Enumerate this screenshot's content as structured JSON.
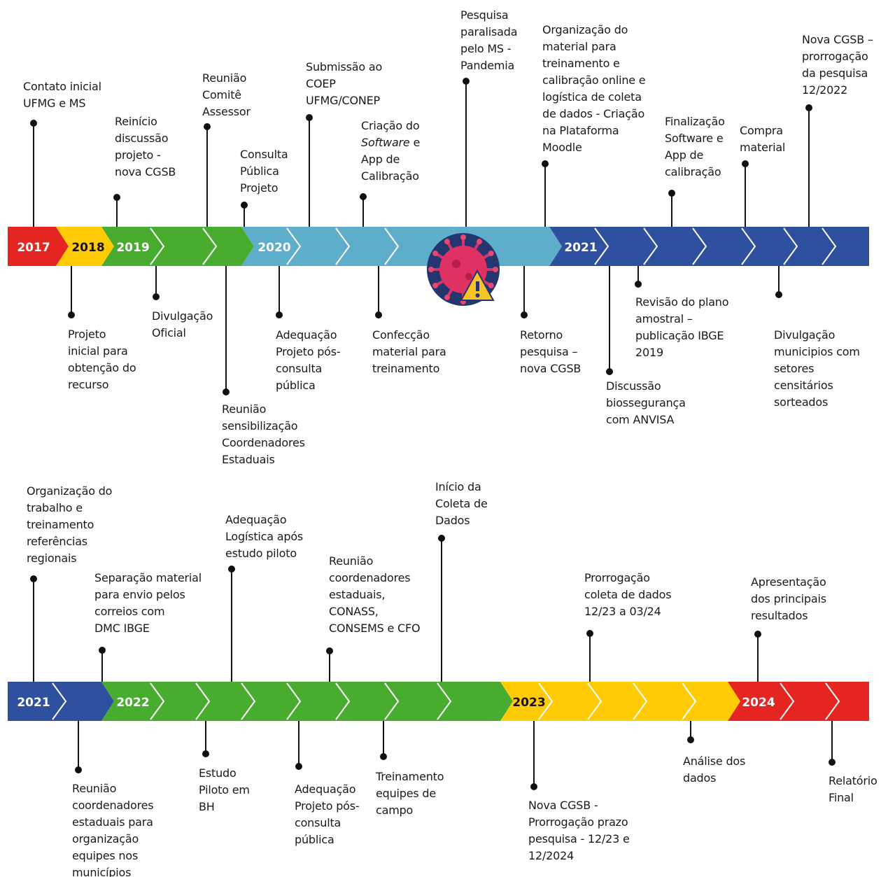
{
  "colors": {
    "red": "#e52522",
    "yellow": "#ffcb05",
    "green": "#48ad2f",
    "light_blue": "#5eaecb",
    "dark_blue": "#2f4f9f",
    "year_text_white": "#ffffff",
    "year_text_dark": "#111111",
    "line": "#111111"
  },
  "row1": {
    "years": [
      "2017",
      "2018",
      "2019",
      "2020",
      "2021"
    ],
    "icon": "virus-warning-icon",
    "events_above": [
      {
        "id": "contato",
        "lines": [
          "Contato inicial",
          "UFMG e MS"
        ]
      },
      {
        "id": "reinicio",
        "lines": [
          "Reinício",
          "discussão",
          "projeto -",
          "nova CGSB"
        ]
      },
      {
        "id": "reuniao-comite",
        "lines": [
          "Reunião",
          "Comitê",
          "Assessor"
        ]
      },
      {
        "id": "consulta",
        "lines": [
          "Consulta",
          "Pública",
          "Projeto"
        ]
      },
      {
        "id": "submissao",
        "lines": [
          "Submissão ao",
          "COEP",
          "UFMG/CONEP"
        ]
      },
      {
        "id": "criacao-software",
        "lines": [
          "Criação do",
          "Software e",
          "App de",
          "Calibração"
        ]
      },
      {
        "id": "pesquisa-paralisada",
        "lines": [
          "Pesquisa",
          "paralisada",
          "pelo MS -",
          "Pandemia"
        ]
      },
      {
        "id": "organizacao-material",
        "lines": [
          "Organização do",
          "material para",
          "treinamento e",
          "calibração online e",
          "logística de coleta",
          "de dados - Criação",
          "na Plataforma",
          "Moodle"
        ]
      },
      {
        "id": "finalizacao-software",
        "lines": [
          "Finalização",
          "Software e",
          "App de",
          "calibração"
        ]
      },
      {
        "id": "compra",
        "lines": [
          "Compra",
          "material"
        ]
      },
      {
        "id": "nova-cgsb-prorrogacao",
        "lines": [
          "Nova CGSB –",
          "prorrogação",
          "da pesquisa",
          "12/2022"
        ]
      }
    ],
    "events_below": [
      {
        "id": "projeto-inicial",
        "lines": [
          "Projeto",
          "inicial para",
          "obtenção do",
          "recurso"
        ]
      },
      {
        "id": "divulgacao-oficial",
        "lines": [
          "Divulgação",
          "Oficial"
        ]
      },
      {
        "id": "reuniao-sensibilizacao",
        "lines": [
          "Reunião",
          "sensibilização",
          "Coordenadores",
          "Estaduais"
        ]
      },
      {
        "id": "adequacao-projeto-1",
        "lines": [
          "Adequação",
          "Projeto pós-",
          "consulta",
          "pública"
        ]
      },
      {
        "id": "confeccao",
        "lines": [
          "Confecção",
          "material para",
          "treinamento"
        ]
      },
      {
        "id": "retorno",
        "lines": [
          "Retorno",
          "pesquisa –",
          "nova CGSB"
        ]
      },
      {
        "id": "discussao-bio",
        "lines": [
          "Discussão",
          "biossegurança",
          "com ANVISA"
        ]
      },
      {
        "id": "revisao-plano",
        "lines": [
          "Revisão do plano",
          "amostral –",
          "publicação IBGE",
          "2019"
        ]
      },
      {
        "id": "divulgacao-municipios",
        "lines": [
          "Divulgação",
          "municipios com",
          "setores",
          "censitários",
          "sorteados"
        ]
      }
    ]
  },
  "row2": {
    "years": [
      "2021",
      "2022",
      "2023",
      "2024"
    ],
    "events_above": [
      {
        "id": "organizacao-trabalho",
        "lines": [
          "Organização do",
          "trabalho e",
          "treinamento",
          "referências",
          "regionais"
        ]
      },
      {
        "id": "separacao",
        "lines": [
          "Separação material",
          "para envio pelos",
          "correios com",
          "DMC IBGE"
        ]
      },
      {
        "id": "adequacao-logistica",
        "lines": [
          "Adequação",
          "Logística após",
          "estudo piloto"
        ]
      },
      {
        "id": "reuniao-coord-conass",
        "lines": [
          "Reunião",
          "coordenadores",
          "estaduais,",
          "CONASS,",
          "CONSEMS e CFO"
        ]
      },
      {
        "id": "inicio-coleta",
        "lines": [
          "Início da",
          "Coleta de",
          "Dados"
        ]
      },
      {
        "id": "prorrogacao-coleta",
        "lines": [
          "Prorrogação",
          "coleta de dados",
          "12/23 a 03/24"
        ]
      },
      {
        "id": "apresentacao",
        "lines": [
          "Apresentação",
          "dos principais",
          "resultados"
        ]
      }
    ],
    "events_below": [
      {
        "id": "reuniao-coord-equipes",
        "lines": [
          "Reunião",
          "coordenadores",
          "estaduais para",
          "organização",
          "equipes nos",
          "municípios"
        ]
      },
      {
        "id": "estudo-piloto",
        "lines": [
          "Estudo",
          "Piloto em",
          "BH"
        ]
      },
      {
        "id": "adequacao-projeto-2",
        "lines": [
          "Adequação",
          "Projeto pós-",
          "consulta",
          "pública"
        ]
      },
      {
        "id": "treinamento",
        "lines": [
          "Treinamento",
          "equipes de",
          "campo"
        ]
      },
      {
        "id": "nova-cgsb-prazo",
        "lines": [
          "Nova CGSB -",
          "Prorrogação prazo",
          "pesquisa - 12/23 e",
          "12/2024"
        ]
      },
      {
        "id": "analise",
        "lines": [
          "Análise dos",
          "dados"
        ]
      },
      {
        "id": "relatorio",
        "lines": [
          "Relatório",
          "Final"
        ]
      }
    ]
  }
}
